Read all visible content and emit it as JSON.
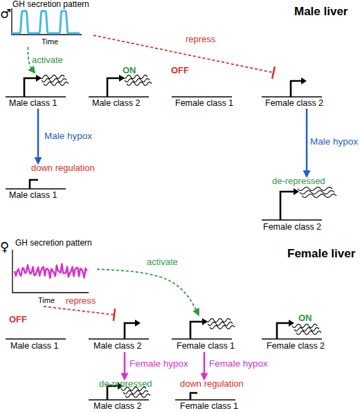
{
  "diagram": {
    "nodes": [
      {
        "text": [
          "GH secretion pattern",
          "♂",
          "Time"
        ]
      },
      {
        "text": [
          "Male class 1"
        ]
      },
      {
        "text": [
          "ON",
          "Male class 2"
        ]
      },
      {
        "text": [
          "OFF",
          "Female class 1"
        ]
      },
      {
        "text": [
          "Female class 2"
        ]
      },
      {
        "text": [
          "down regulation",
          "Male class 1"
        ]
      },
      {
        "text": [
          "de-repressed",
          "Female class 2"
        ]
      },
      {
        "text": [
          "GH secretion pattern",
          "♀",
          "Time"
        ]
      },
      {
        "text": [
          "OFF",
          "Male class 1"
        ]
      },
      {
        "text": [
          "Male class 2"
        ]
      },
      {
        "text": [
          "Female class 1"
        ]
      },
      {
        "text": [
          "ON",
          "Female class 2"
        ]
      },
      {
        "text": [
          "de-repressed",
          "Male class 2"
        ]
      },
      {
        "text": [
          "down regulation",
          "Female class 1"
        ]
      }
    ],
    "edges": [
      {
        "from": 0,
        "to": 1,
        "label": "activate",
        "arrow": "to"
      },
      {
        "from": 0,
        "to": 4,
        "label": "repress",
        "arrow": "to"
      },
      {
        "from": 1,
        "to": 5,
        "label": "Male hypox",
        "arrow": "to"
      },
      {
        "from": 4,
        "to": 6,
        "label": "Male hypox",
        "arrow": "to"
      },
      {
        "from": 7,
        "to": 9,
        "label": "repress",
        "arrow": "to"
      },
      {
        "from": 7,
        "to": 10,
        "label": "activate",
        "arrow": "to"
      },
      {
        "from": 9,
        "to": 12,
        "label": "Female hypox",
        "arrow": "to"
      },
      {
        "from": 10,
        "to": 13,
        "label": "Female hypox",
        "arrow": "to"
      }
    ],
    "labels": [
      "Male liver",
      "Female liver"
    ]
  }
}
